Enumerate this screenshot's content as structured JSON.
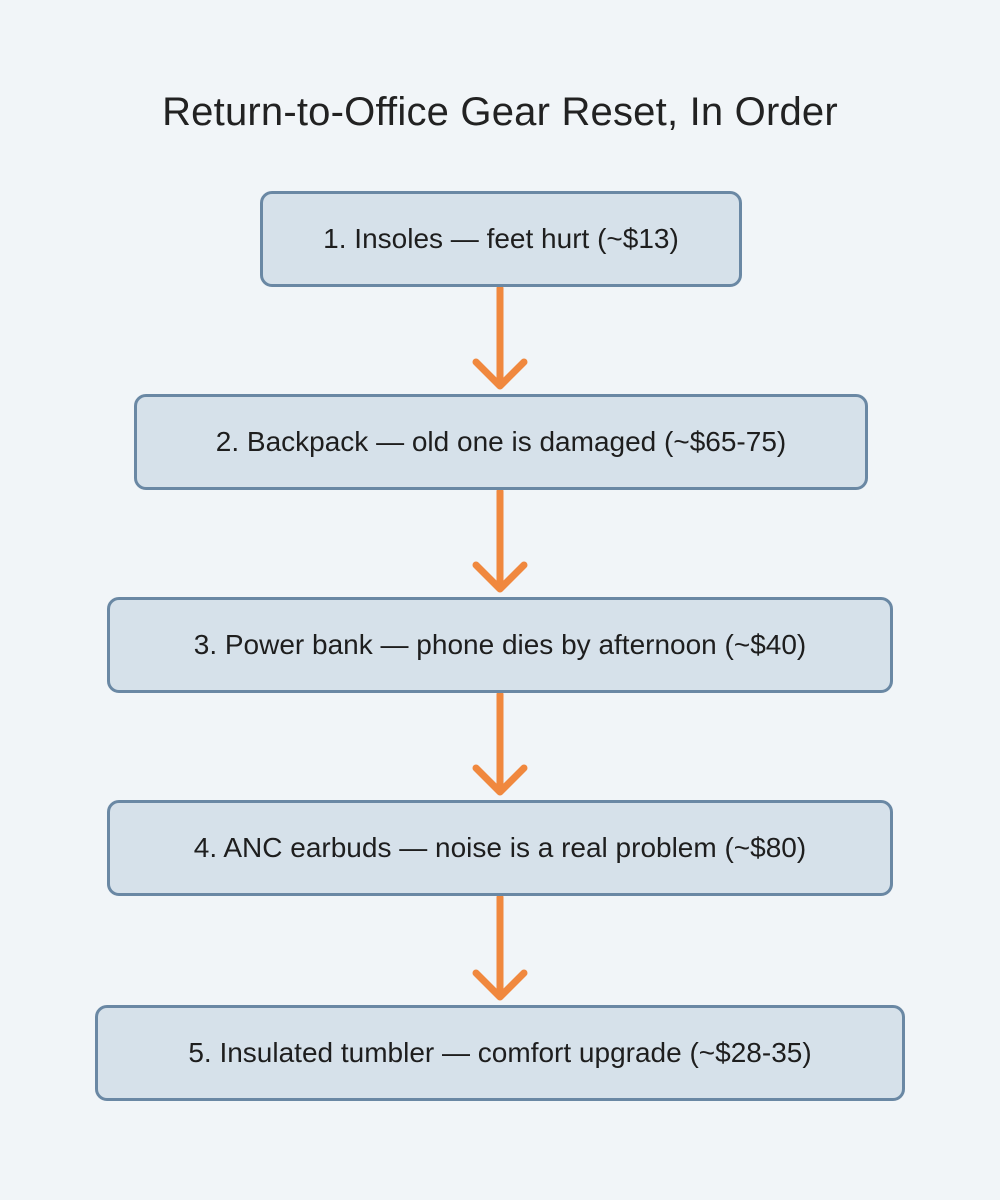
{
  "title": "Return-to-Office Gear Reset, In Order",
  "colors": {
    "background": "#f1f5f8",
    "box_fill": "#d6e1ea",
    "box_border": "#6a88a4",
    "arrow": "#f0883e",
    "text": "#1e1e1e"
  },
  "steps": [
    {
      "label": "1. Insoles — feet hurt (~$13)"
    },
    {
      "label": "2. Backpack — old one is damaged (~$65-75)"
    },
    {
      "label": "3. Power bank — phone dies by afternoon (~$40)"
    },
    {
      "label": "4. ANC earbuds — noise is a real problem (~$80)"
    },
    {
      "label": "5. Insulated tumbler — comfort upgrade (~$28-35)"
    }
  ]
}
